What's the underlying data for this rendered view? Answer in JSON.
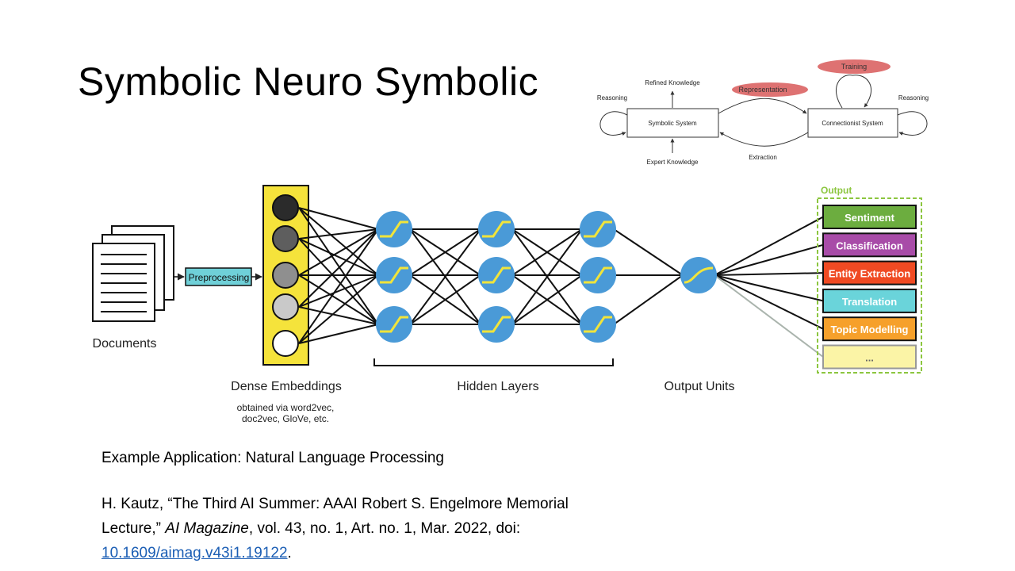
{
  "title": "Symbolic Neuro Symbolic",
  "top_diagram": {
    "reasoning_left": "Reasoning",
    "refined_knowledge": "Refined Knowledge",
    "symbolic_system": "Symbolic System",
    "expert_knowledge": "Expert Knowledge",
    "representation": "Representation",
    "extraction": "Extraction",
    "connectionist_system": "Connectionist System",
    "training": "Training",
    "reasoning_right": "Reasoning"
  },
  "network": {
    "documents": "Documents",
    "preprocessing": "Preprocessing",
    "dense_embeddings": "Dense Embeddings",
    "embeddings_note_1": "obtained via word2vec,",
    "embeddings_note_2": "doc2vec, GloVe, etc.",
    "hidden_layers": "Hidden Layers",
    "output_units": "Output Units",
    "output_header": "Output",
    "outputs": [
      {
        "label": "Sentiment",
        "color": "#6cad3f"
      },
      {
        "label": "Classification",
        "color": "#a84ca8"
      },
      {
        "label": "Entity Extraction",
        "color": "#f04a23"
      },
      {
        "label": "Translation",
        "color": "#6ad4da"
      },
      {
        "label": "Topic Modelling",
        "color": "#f6a02b"
      },
      {
        "label": "...",
        "color": "#fbf4a6"
      }
    ],
    "embedding_fills": [
      "#2b2b2b",
      "#5e5e5e",
      "#8f8f8f",
      "#c9c9c9",
      "#ffffff"
    ],
    "node_color": "#4a9ad7",
    "embedding_box_color": "#f5e33b",
    "preprocessing_color": "#6fd0d8",
    "output_border_color": "#8cc63f"
  },
  "application": "Example Application: Natural Language Processing",
  "citation": {
    "part1": "H. Kautz, “The Third AI Summer: AAAI Robert S. Engelmore Memorial Lecture,” ",
    "journal": "AI Magazine",
    "part2": ", vol. 43, no. 1, Art. no. 1, Mar. 2022, doi: ",
    "doi": "10.1609/aimag.v43i1.19122",
    "end": "."
  }
}
